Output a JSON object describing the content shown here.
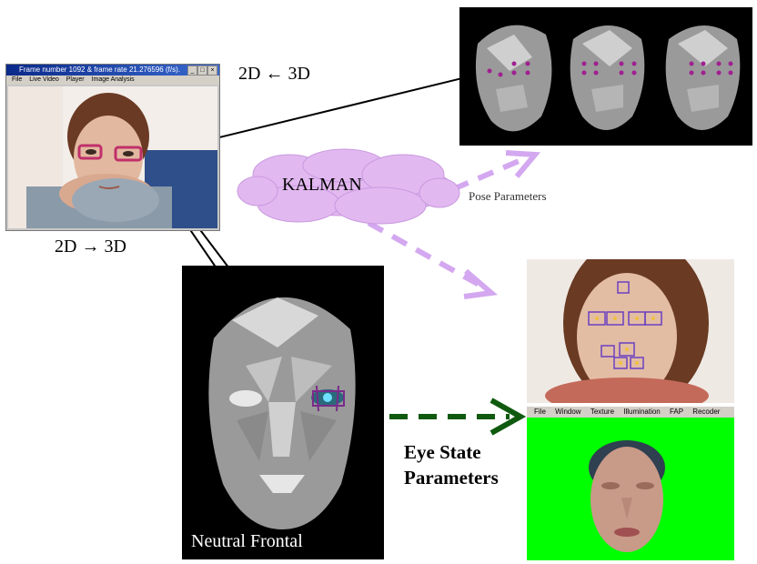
{
  "labels": {
    "top_arrow": "2D ← 3D",
    "bottom_arrow": "2D → 3D",
    "kalman": "KALMAN",
    "pose": "Pose Parameters",
    "eye_state_line1": "Eye State",
    "eye_state_line2": "Parameters",
    "neutral": "Neutral Frontal"
  },
  "webcam": {
    "title": "Frame number 1092 & frame rate 21.276596 (f/s).",
    "menu": [
      "File",
      "Live Video",
      "Player",
      "Image Analysis"
    ]
  },
  "recoder": {
    "menu": [
      "File",
      "Window",
      "Texture",
      "Illumination",
      "FAP",
      "Recoder"
    ]
  },
  "colors": {
    "arrow_dashed": "#d4a8f0",
    "arrow_green": "#0f5a0f",
    "cloud": "#e2b8f0",
    "green_bg": "#00ff00",
    "eye_box": "#c0306a"
  }
}
